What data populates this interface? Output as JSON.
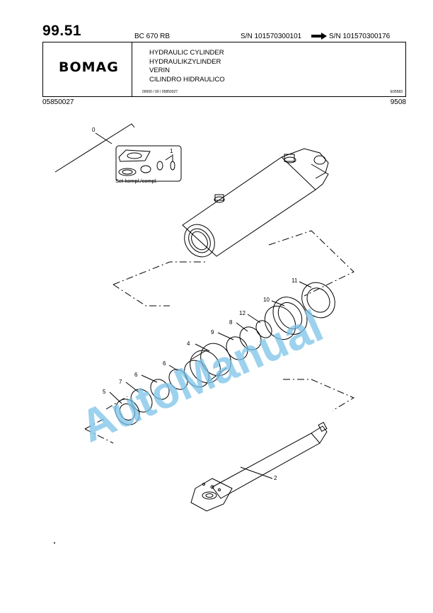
{
  "header": {
    "page_number": "99.51",
    "model": "BC 670 RB",
    "serial_from": "S/N 101570300101",
    "serial_to": "S/N 101570300176",
    "logo": "BOMAG",
    "titles": [
      "HYDRAULIC CYLINDER",
      "HYDRAULIKZYLINDER",
      "VERIN",
      "CILINDRO HIDRAULICO"
    ],
    "doc_ref": "00000 / 00 / 05850027",
    "drawing_ref": "E05583",
    "part_number": "05850027",
    "date_code": "9508"
  },
  "drawing": {
    "set_label": "Set kompl./compl.",
    "callouts": [
      "0",
      "1",
      "2",
      "4",
      "5",
      "6",
      "6",
      "7",
      "8",
      "9",
      "10",
      "11",
      "12"
    ]
  },
  "watermark": {
    "text": "AutoManual",
    "color": "#7cc3e8"
  }
}
